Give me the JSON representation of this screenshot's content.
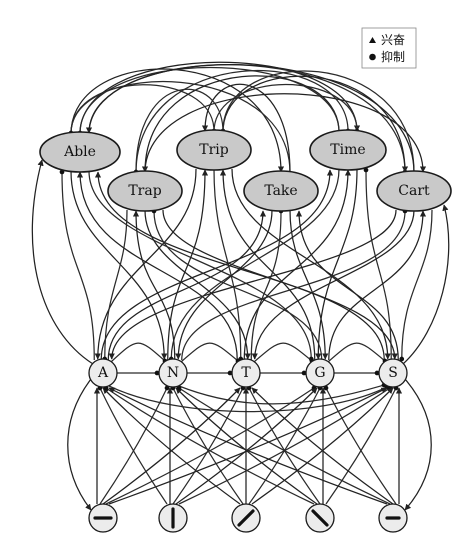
{
  "legend": {
    "excitatory_label": "兴奋",
    "inhibitory_label": "抑制"
  },
  "word_nodes": [
    {
      "id": "able",
      "label": "Able"
    },
    {
      "id": "trip",
      "label": "Trip"
    },
    {
      "id": "time",
      "label": "Time"
    },
    {
      "id": "trap",
      "label": "Trap"
    },
    {
      "id": "take",
      "label": "Take"
    },
    {
      "id": "cart",
      "label": "Cart"
    }
  ],
  "letter_nodes": [
    {
      "id": "A",
      "label": "A"
    },
    {
      "id": "N",
      "label": "N"
    },
    {
      "id": "T",
      "label": "T"
    },
    {
      "id": "G",
      "label": "G"
    },
    {
      "id": "S",
      "label": "S"
    }
  ],
  "feature_nodes": [
    {
      "id": "f1",
      "glyph": "horizontal-bar"
    },
    {
      "id": "f2",
      "glyph": "vertical-bar"
    },
    {
      "id": "f3",
      "glyph": "forward-slash"
    },
    {
      "id": "f4",
      "glyph": "back-slash"
    },
    {
      "id": "f5",
      "glyph": "short-horizontal-bar"
    }
  ],
  "connection_types": [
    "excitatory",
    "inhibitory"
  ]
}
